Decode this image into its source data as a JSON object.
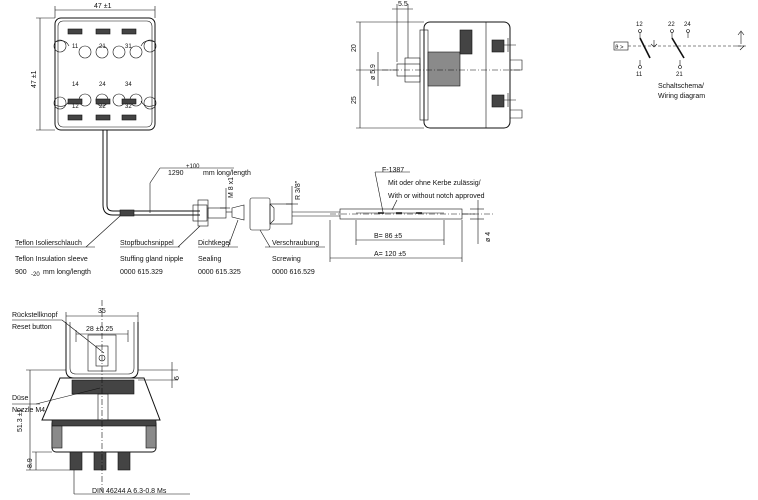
{
  "top_view": {
    "width_dim": "47 ±1",
    "height_dim": "47 ±1",
    "terminals_top": [
      "11",
      "21",
      "31"
    ],
    "terminals_bottom_upper": [
      "14",
      "24",
      "34"
    ],
    "terminals_bottom_lower": [
      "12",
      "22",
      "32"
    ]
  },
  "side_view": {
    "dim_top": "5.5",
    "dim_20": "20",
    "dim_25": "25",
    "dim_dia": "ø 5.9"
  },
  "wiring": {
    "terminals": [
      "12",
      "22",
      "24",
      "11",
      "21"
    ],
    "label_line1": "Schaltschema/",
    "label_line2": "Wiring diagram"
  },
  "capillary": {
    "length_label": "1290",
    "length_tol": "+100",
    "length_text": "mm long/length",
    "m8": "M 8 x1",
    "r38": "R 3/8\"",
    "f1387": "F-1387",
    "notch_de": "Mit oder ohne Kerbe zulässig/",
    "notch_en": "With or without notch approved",
    "dim_b": "B= 86 ±5",
    "dim_a": "A= 120 ±5",
    "dim_dia4": "ø 4"
  },
  "labels": {
    "teflon_de": "Teflon Isolierschlauch",
    "teflon_en": "Teflon Insulation sleeve",
    "teflon_len": "900",
    "teflon_len_tol": "-20",
    "teflon_len_text": "mm long/length",
    "stuffing_de": "Stopfbuchsnippel",
    "stuffing_en": "Stuffing gland nipple",
    "stuffing_no": "0000 615.329",
    "sealing_de": "Dichtkegel",
    "sealing_en": "Sealing",
    "sealing_no": "0000 615.325",
    "screw_de": "Verschraubung",
    "screw_en": "Screwing",
    "screw_no": "0000 616.529"
  },
  "front_view": {
    "reset_de": "Rückstellknopf",
    "reset_en": "Reset button",
    "nozzle_de": "Düse",
    "nozzle_en": "Nozzle M4",
    "dim_35": "35",
    "dim_28": "28 ±0.25",
    "dim_6": "6",
    "dim_513": "51.3 ±1",
    "dim_89": "8.9",
    "din": "DIN 46244 A 6.3-0.8 Ms"
  }
}
